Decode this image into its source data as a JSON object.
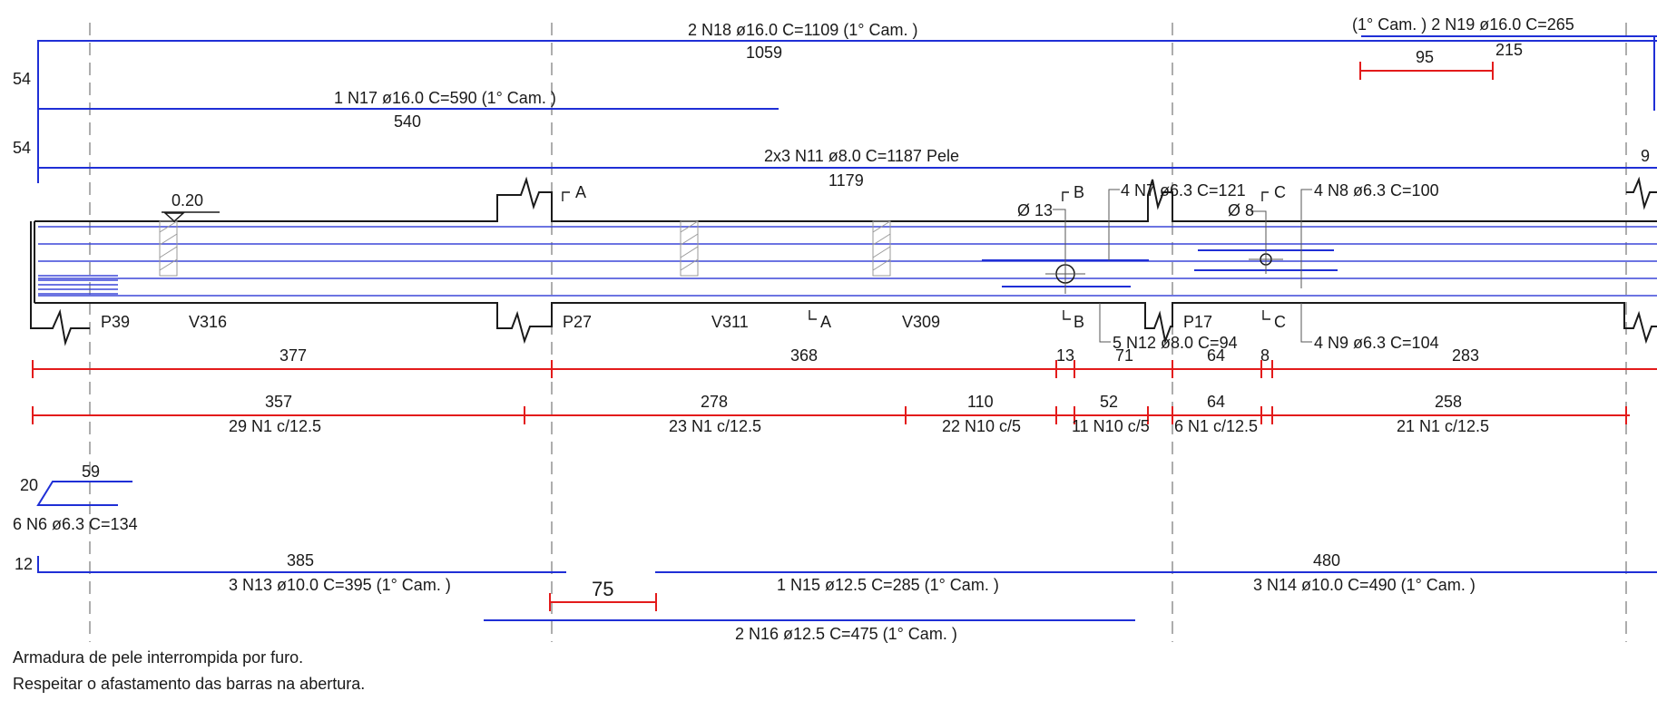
{
  "labels": {
    "n18": "2 N18 ø16.0  C=1109  (1° Cam. )",
    "n18_len": "1059",
    "n19": "(1° Cam. )  2 N19 ø16.0  C=265",
    "n19_len": "215",
    "n19_dim": "95",
    "hook_54_a": "54",
    "hook_54_b": "54",
    "n17": "1 N17 ø16.0  C=590  (1° Cam. )",
    "n17_len": "540",
    "n11": "2x3 N11 ø8.0  C=1187 Pele",
    "n11_len": "1179",
    "n11_end": "9",
    "level": "0.20",
    "sec_a_top": "A",
    "sec_b_top": "B",
    "sec_c_top": "C",
    "phi13": "Ø 13",
    "phi8": "Ø 8",
    "n7": "4 N7 ø6.3  C=121",
    "n8": "4 N8 ø6.3  C=100",
    "p39": "P39",
    "v316": "V316",
    "p27": "P27",
    "v311": "V311",
    "sec_a_bot": "A",
    "v309": "V309",
    "sec_b_bot": "B",
    "p17": "P17",
    "sec_c_bot": "C",
    "n12": "5 N12 ø8.0  C=94",
    "n9": "4 N9 ø6.3  C=104",
    "d377": "377",
    "d368": "368",
    "d13": "13",
    "d71": "71",
    "d64a": "64",
    "d8": "8",
    "d283": "283",
    "d357": "357",
    "d278": "278",
    "d110": "110",
    "d52": "52",
    "d64b": "64",
    "d258": "258",
    "s29n1": "29 N1 c/12.5",
    "s23n1": "23 N1 c/12.5",
    "s22n10": "22 N10 c/5",
    "s11n10": "11 N10 c/5",
    "s6n1": "6 N1 c/12.5",
    "s21n1": "21 N1 c/12.5",
    "n6_20": "20",
    "n6_59": "59",
    "n6": "6 N6 ø6.3   C=134",
    "hook_12": "12",
    "n13_len": "385",
    "n13": "3 N13 ø10.0  C=395  (1° Cam. )",
    "opening_dim": "75",
    "n15": "1 N15 ø12.5  C=285  (1° Cam. )",
    "n14_len": "480",
    "n14": "3 N14 ø10.0  C=490  (1° Cam. )",
    "n16": "2 N16 ø12.5  C=475  (1° Cam. )",
    "note1": "Armadura de pele interrompida por furo.",
    "note2": "Respeitar o afastamento das barras na abertura."
  },
  "colors": {
    "bar": "#1f2fd6",
    "dimension": "#e31b1b",
    "outline": "#1a1a1a",
    "axis": "#8a8a8a"
  }
}
